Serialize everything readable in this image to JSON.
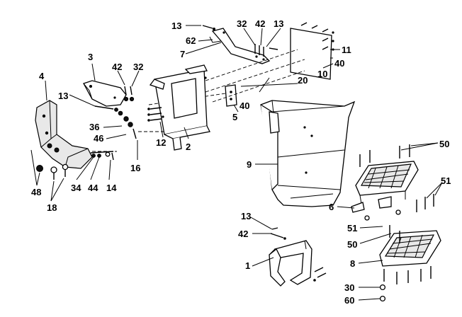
{
  "callouts": {
    "c1": "1",
    "c2": "2",
    "c3": "3",
    "c4": "4",
    "c5": "5",
    "c6": "6",
    "c7": "7",
    "c8": "8",
    "c9": "9",
    "c10": "10",
    "c11": "11",
    "c12": "12",
    "c13a": "13",
    "c13b": "13",
    "c13c": "13",
    "c13d": "13",
    "c14": "14",
    "c16": "16",
    "c18": "18",
    "c20": "20",
    "c30": "30",
    "c32a": "32",
    "c32b": "32",
    "c34": "34",
    "c36": "36",
    "c40a": "40",
    "c40b": "40",
    "c42a": "42",
    "c42b": "42",
    "c42c": "42",
    "c44": "44",
    "c46": "46",
    "c48": "48",
    "c50a": "50",
    "c50b": "50",
    "c51a": "51",
    "c51b": "51",
    "c60": "60",
    "c62": "62"
  }
}
